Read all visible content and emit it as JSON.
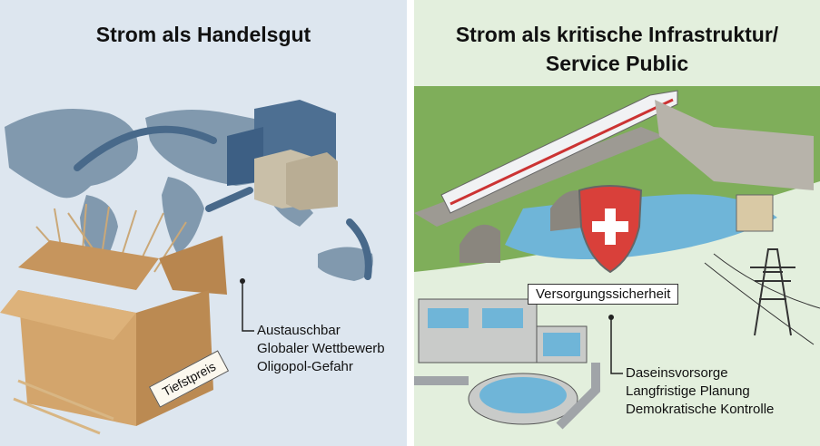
{
  "left": {
    "title": "Strom als Handelsgut",
    "tag": "Tiefstpreis",
    "points": [
      "Austauschbar",
      "Globaler Wettbewerb",
      "Oligopol-Gefahr"
    ]
  },
  "right": {
    "title_line1": "Strom als kritische Infrastruktur/",
    "title_line2": "Service Public",
    "label": "Versorgungssicherheit",
    "points": [
      "Daseinsvorsorge",
      "Langfristige Planung",
      "Demokratische Kontrolle"
    ]
  },
  "colors": {
    "left_bg": "#dde6ef",
    "right_bg": "#e3efdd",
    "shield": "#d9403a",
    "map": "#7f97ad"
  }
}
